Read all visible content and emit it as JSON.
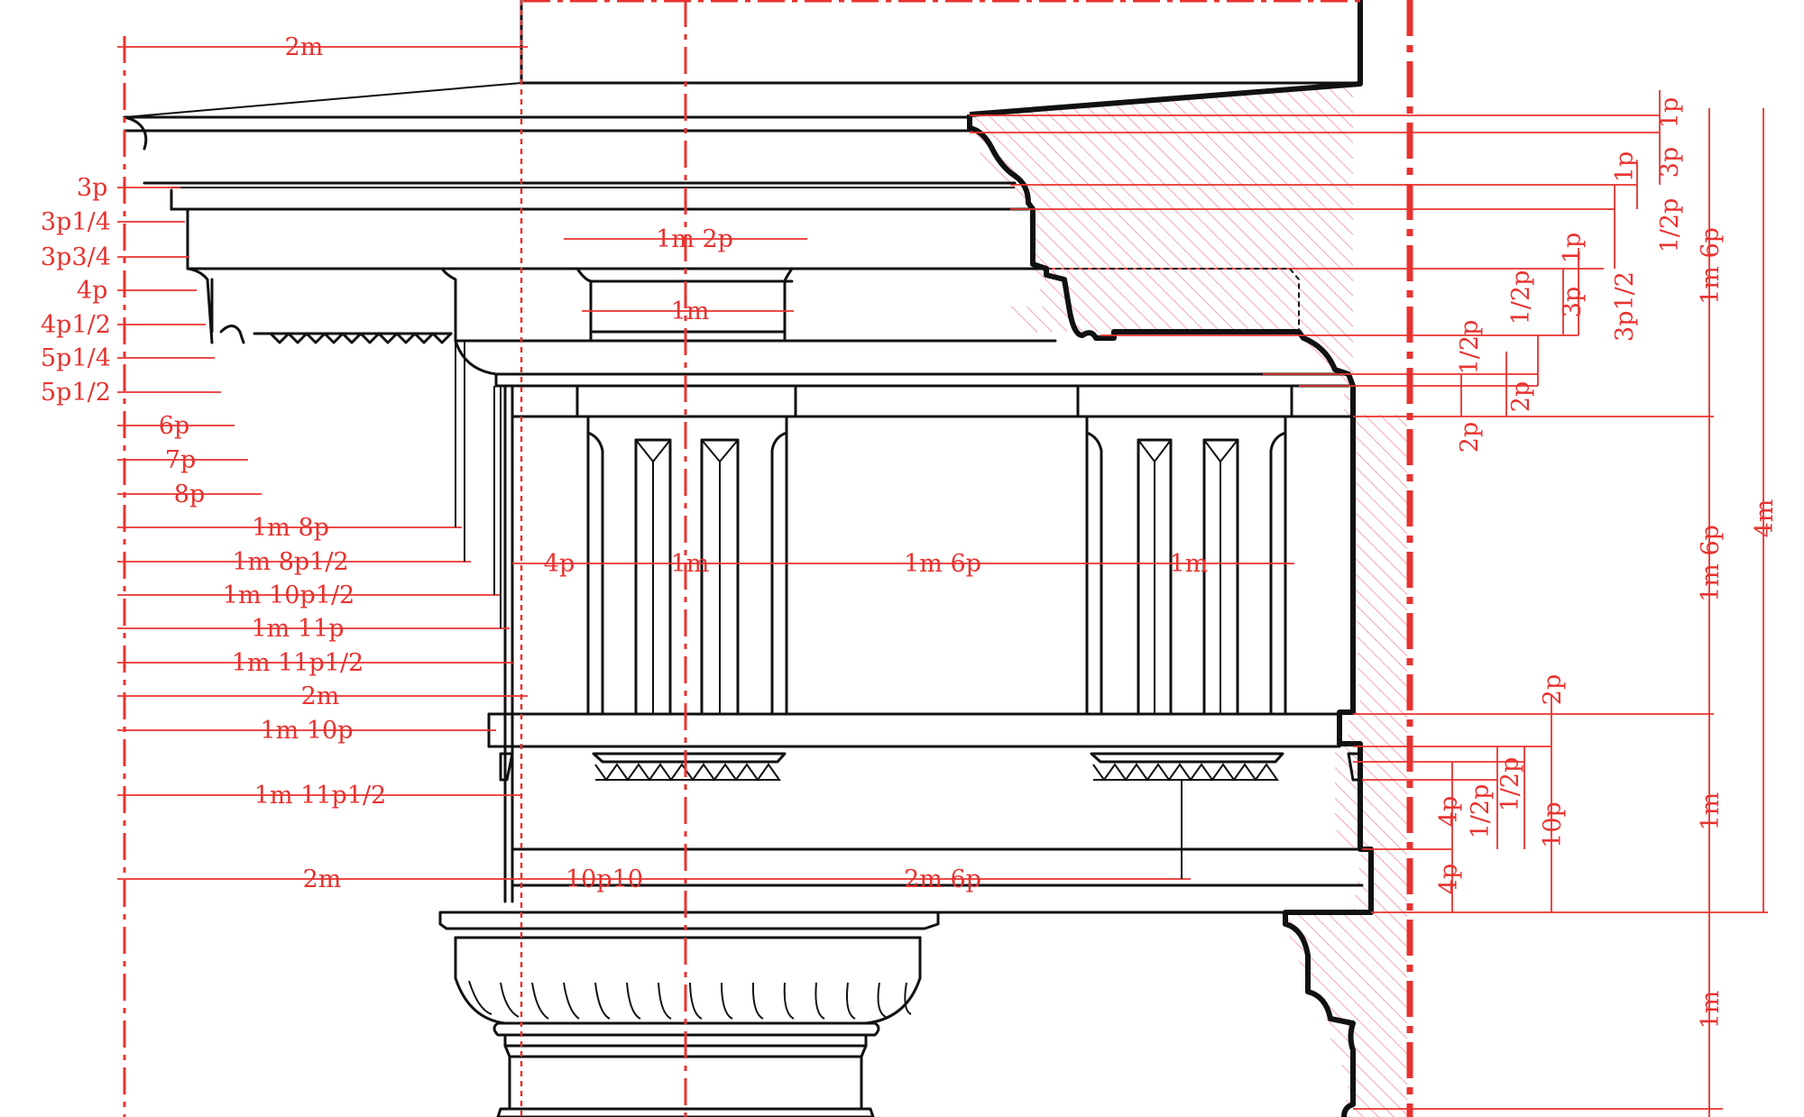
{
  "colors": {
    "dimension": "#e8322f",
    "outline": "#111111",
    "section_hatch": "#f4a6b3",
    "background": "#ffffff"
  },
  "labels": {
    "top_2m": "2m",
    "l_3p": "3p",
    "l_3p14": "3p1/4",
    "l_3p34": "3p3/4",
    "l_4p": "4p",
    "l_4p12": "4p1/2",
    "l_5p14": "5p1/4",
    "l_5p12": "5p1/2",
    "l_6p": "6p",
    "l_7p": "7p",
    "l_8p": "8p",
    "l_1m8p": "1m 8p",
    "l_1m8p12": "1m 8p1/2",
    "l_1m10p12": "1m 10p1/2",
    "l_1m11p": "1m 11p",
    "l_1m11p12": "1m 11p1/2",
    "l_2m_mid": "2m",
    "l_1m10p": "1m 10p",
    "l_1m11p12_b": "1m 11p1/2",
    "l_2m_bottom": "2m",
    "l_10p10": "10p10",
    "l_2m6p": "2m 6p",
    "l_1m2p": "1m 2p",
    "l_1m_mutule": "1m",
    "l_4p_frieze": "4p",
    "l_1m_tri1": "1m",
    "l_1m6p": "1m 6p",
    "l_1m_tri2": "1m",
    "r_1p_top": "1p",
    "r_3p": "3p",
    "r_1p": "1p",
    "r_12p_a": "1/2p",
    "r_1p_b": "1p",
    "r_3p12": "3p1/2",
    "r_12p_b": "1/2p",
    "r_3p_b": "3p",
    "r_12p_c": "1/2p",
    "r_2p_a": "2p",
    "r_2p_b": "2p",
    "r_1m6p_top": "1m 6p",
    "r_4m": "4m",
    "r_1m6p_mid": "1m 6p",
    "r_2p_c": "2p",
    "r_12p_d": "1/2p",
    "r_12p_e": "1/2p",
    "r_4p_a": "4p",
    "r_10p": "10p",
    "r_1m_a": "1m",
    "r_4p_b": "4p",
    "r_1m_b": "1m"
  }
}
